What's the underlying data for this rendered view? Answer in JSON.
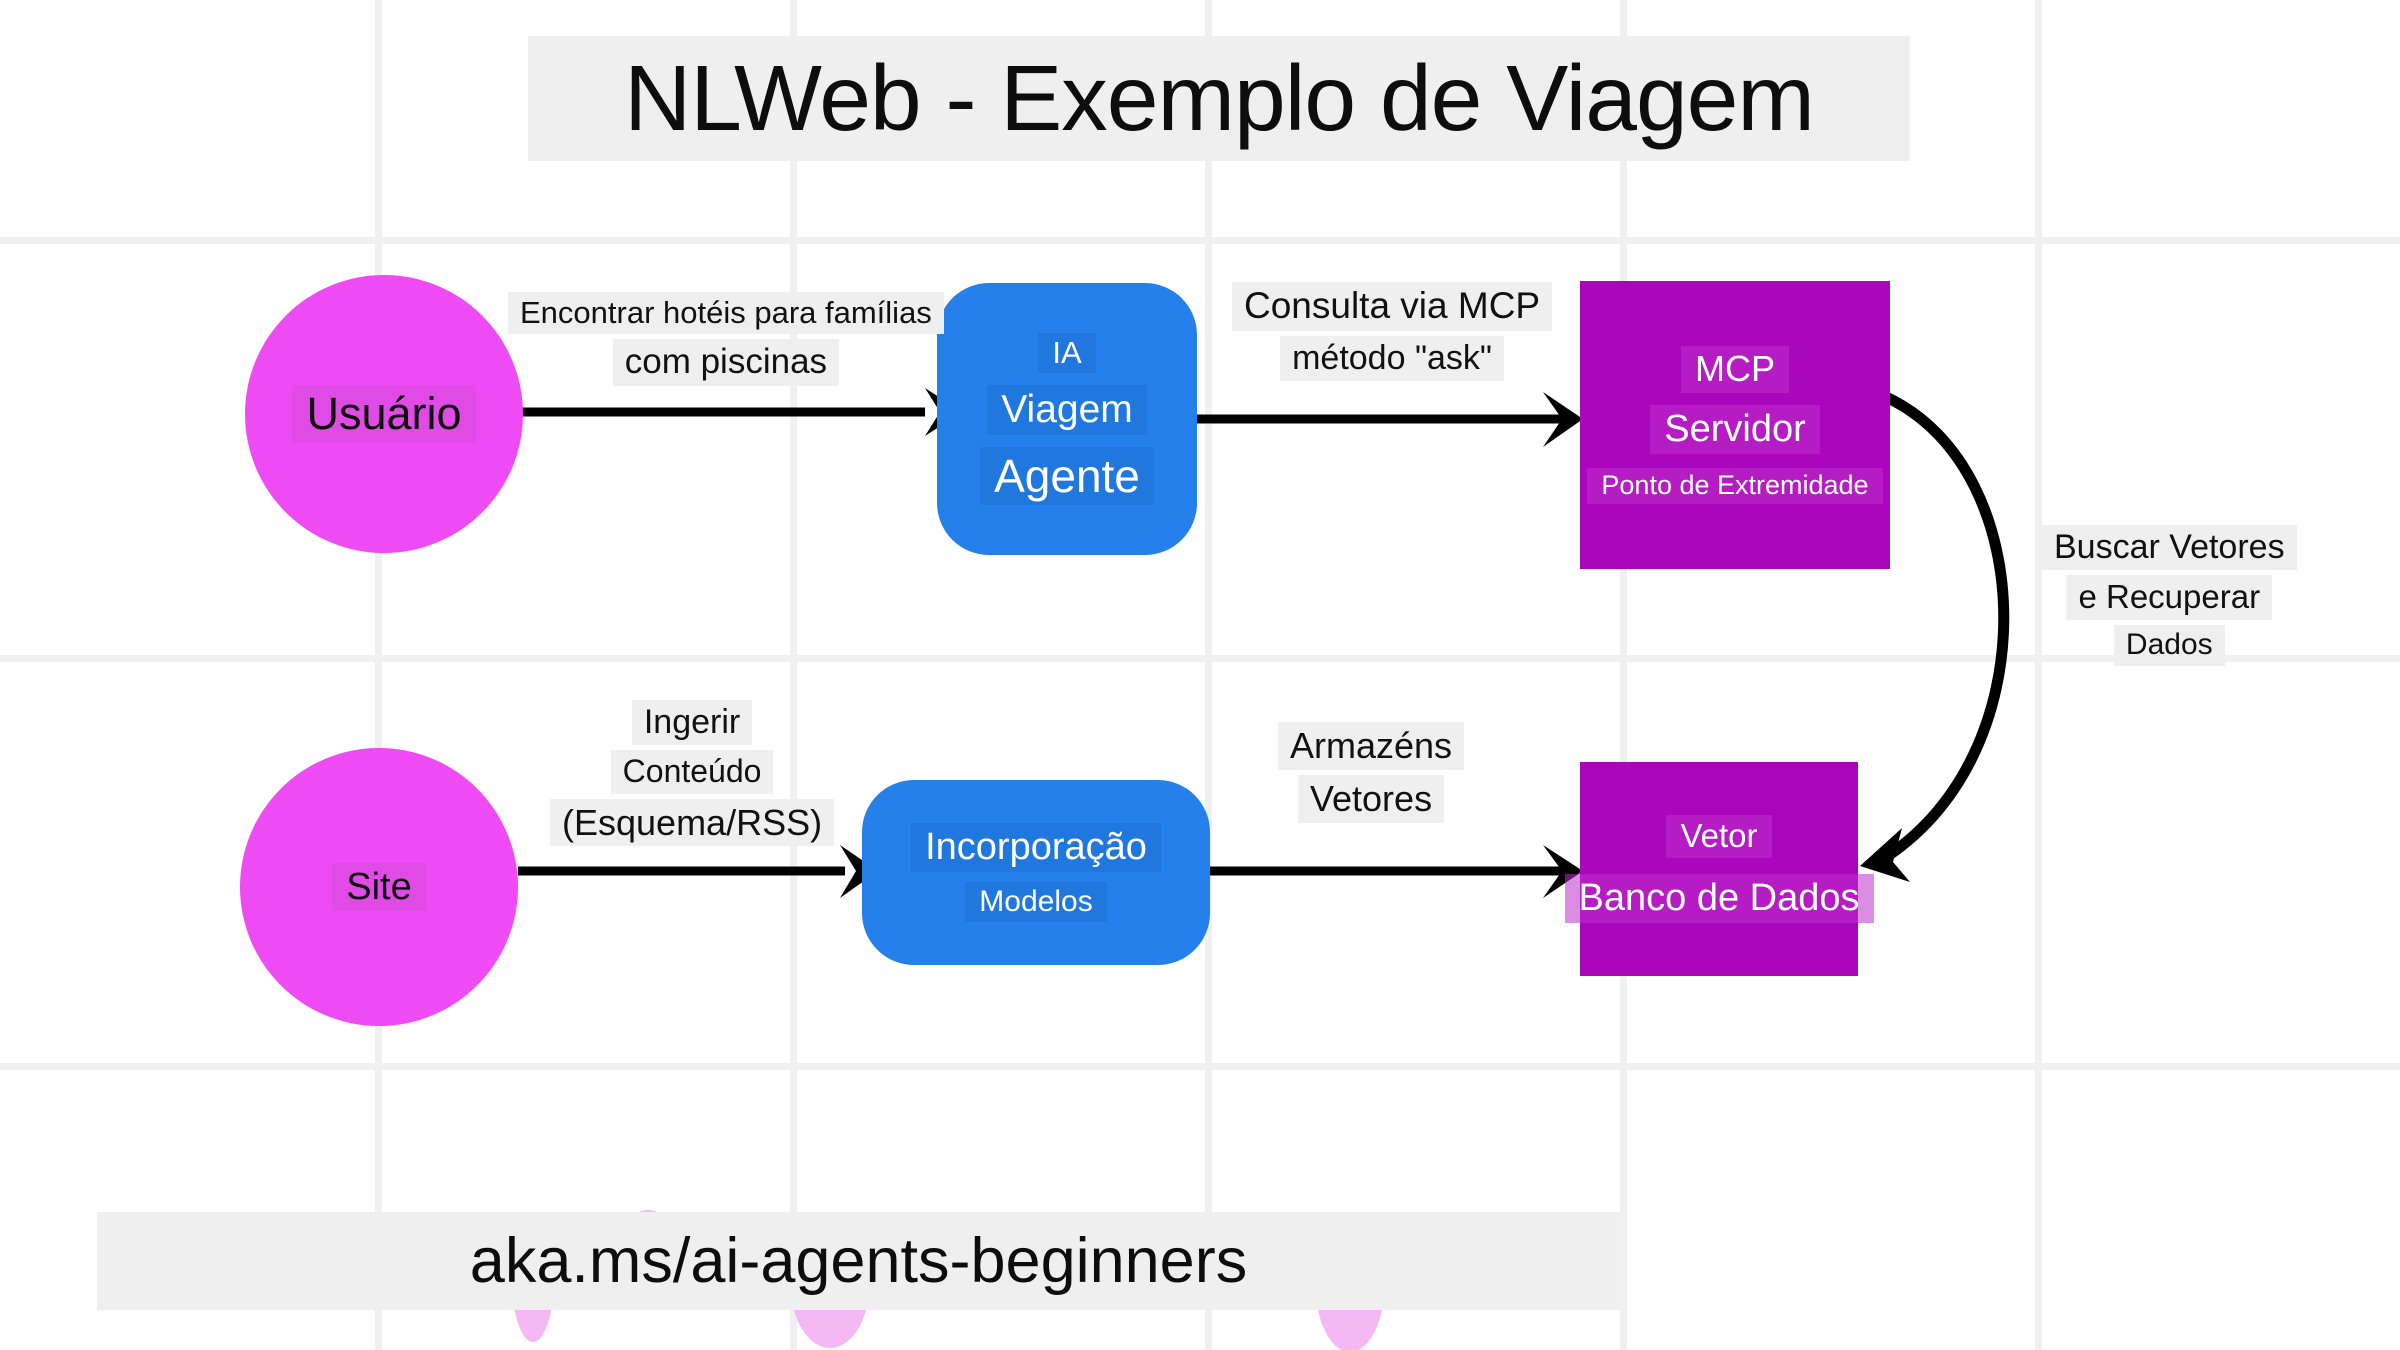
{
  "title": "NLWeb - Exemplo de Viagem",
  "footer": "aka.ms/ai-agents-beginners",
  "nodes": {
    "user": {
      "label": "Usuário",
      "shape": "circle",
      "color": "#ef4bf5"
    },
    "agent": {
      "line1": "IA",
      "line2": "Viagem",
      "line3": "Agente",
      "shape": "rounded-rect",
      "color": "#2680eb"
    },
    "mcp": {
      "line1": "MCP",
      "line2": "Servidor",
      "line3": "Ponto de Extremidade",
      "shape": "rect",
      "color": "#aa06bb"
    },
    "site": {
      "label": "Site",
      "shape": "circle",
      "color": "#ef4bf5"
    },
    "embedding": {
      "line1": "Incorporação",
      "line2": "Modelos",
      "shape": "rounded-rect",
      "color": "#2680eb"
    },
    "vectordb": {
      "line1": "Vetor",
      "line2": "Banco de Dados",
      "shape": "rect",
      "color": "#aa06bb"
    }
  },
  "edges": {
    "user_to_agent": {
      "line1": "Encontrar hotéis para famílias",
      "line2": "com piscinas"
    },
    "agent_to_mcp": {
      "line1": "Consulta via MCP",
      "line2": "método \"ask\""
    },
    "mcp_to_vectordb": {
      "line1": "Buscar Vetores",
      "line2": "e Recuperar",
      "line3": "Dados"
    },
    "site_to_embedding": {
      "line1": "Ingerir",
      "line2": "Conteúdo",
      "line3": "(Esquema/RSS)"
    },
    "embedding_to_vectordb": {
      "line1": "Armazéns",
      "line2": "Vetores"
    }
  },
  "style": {
    "background": "#ffffff",
    "grid_color": "#f0f0f0",
    "banner_color": "#efefef",
    "edge_color": "#000000"
  }
}
